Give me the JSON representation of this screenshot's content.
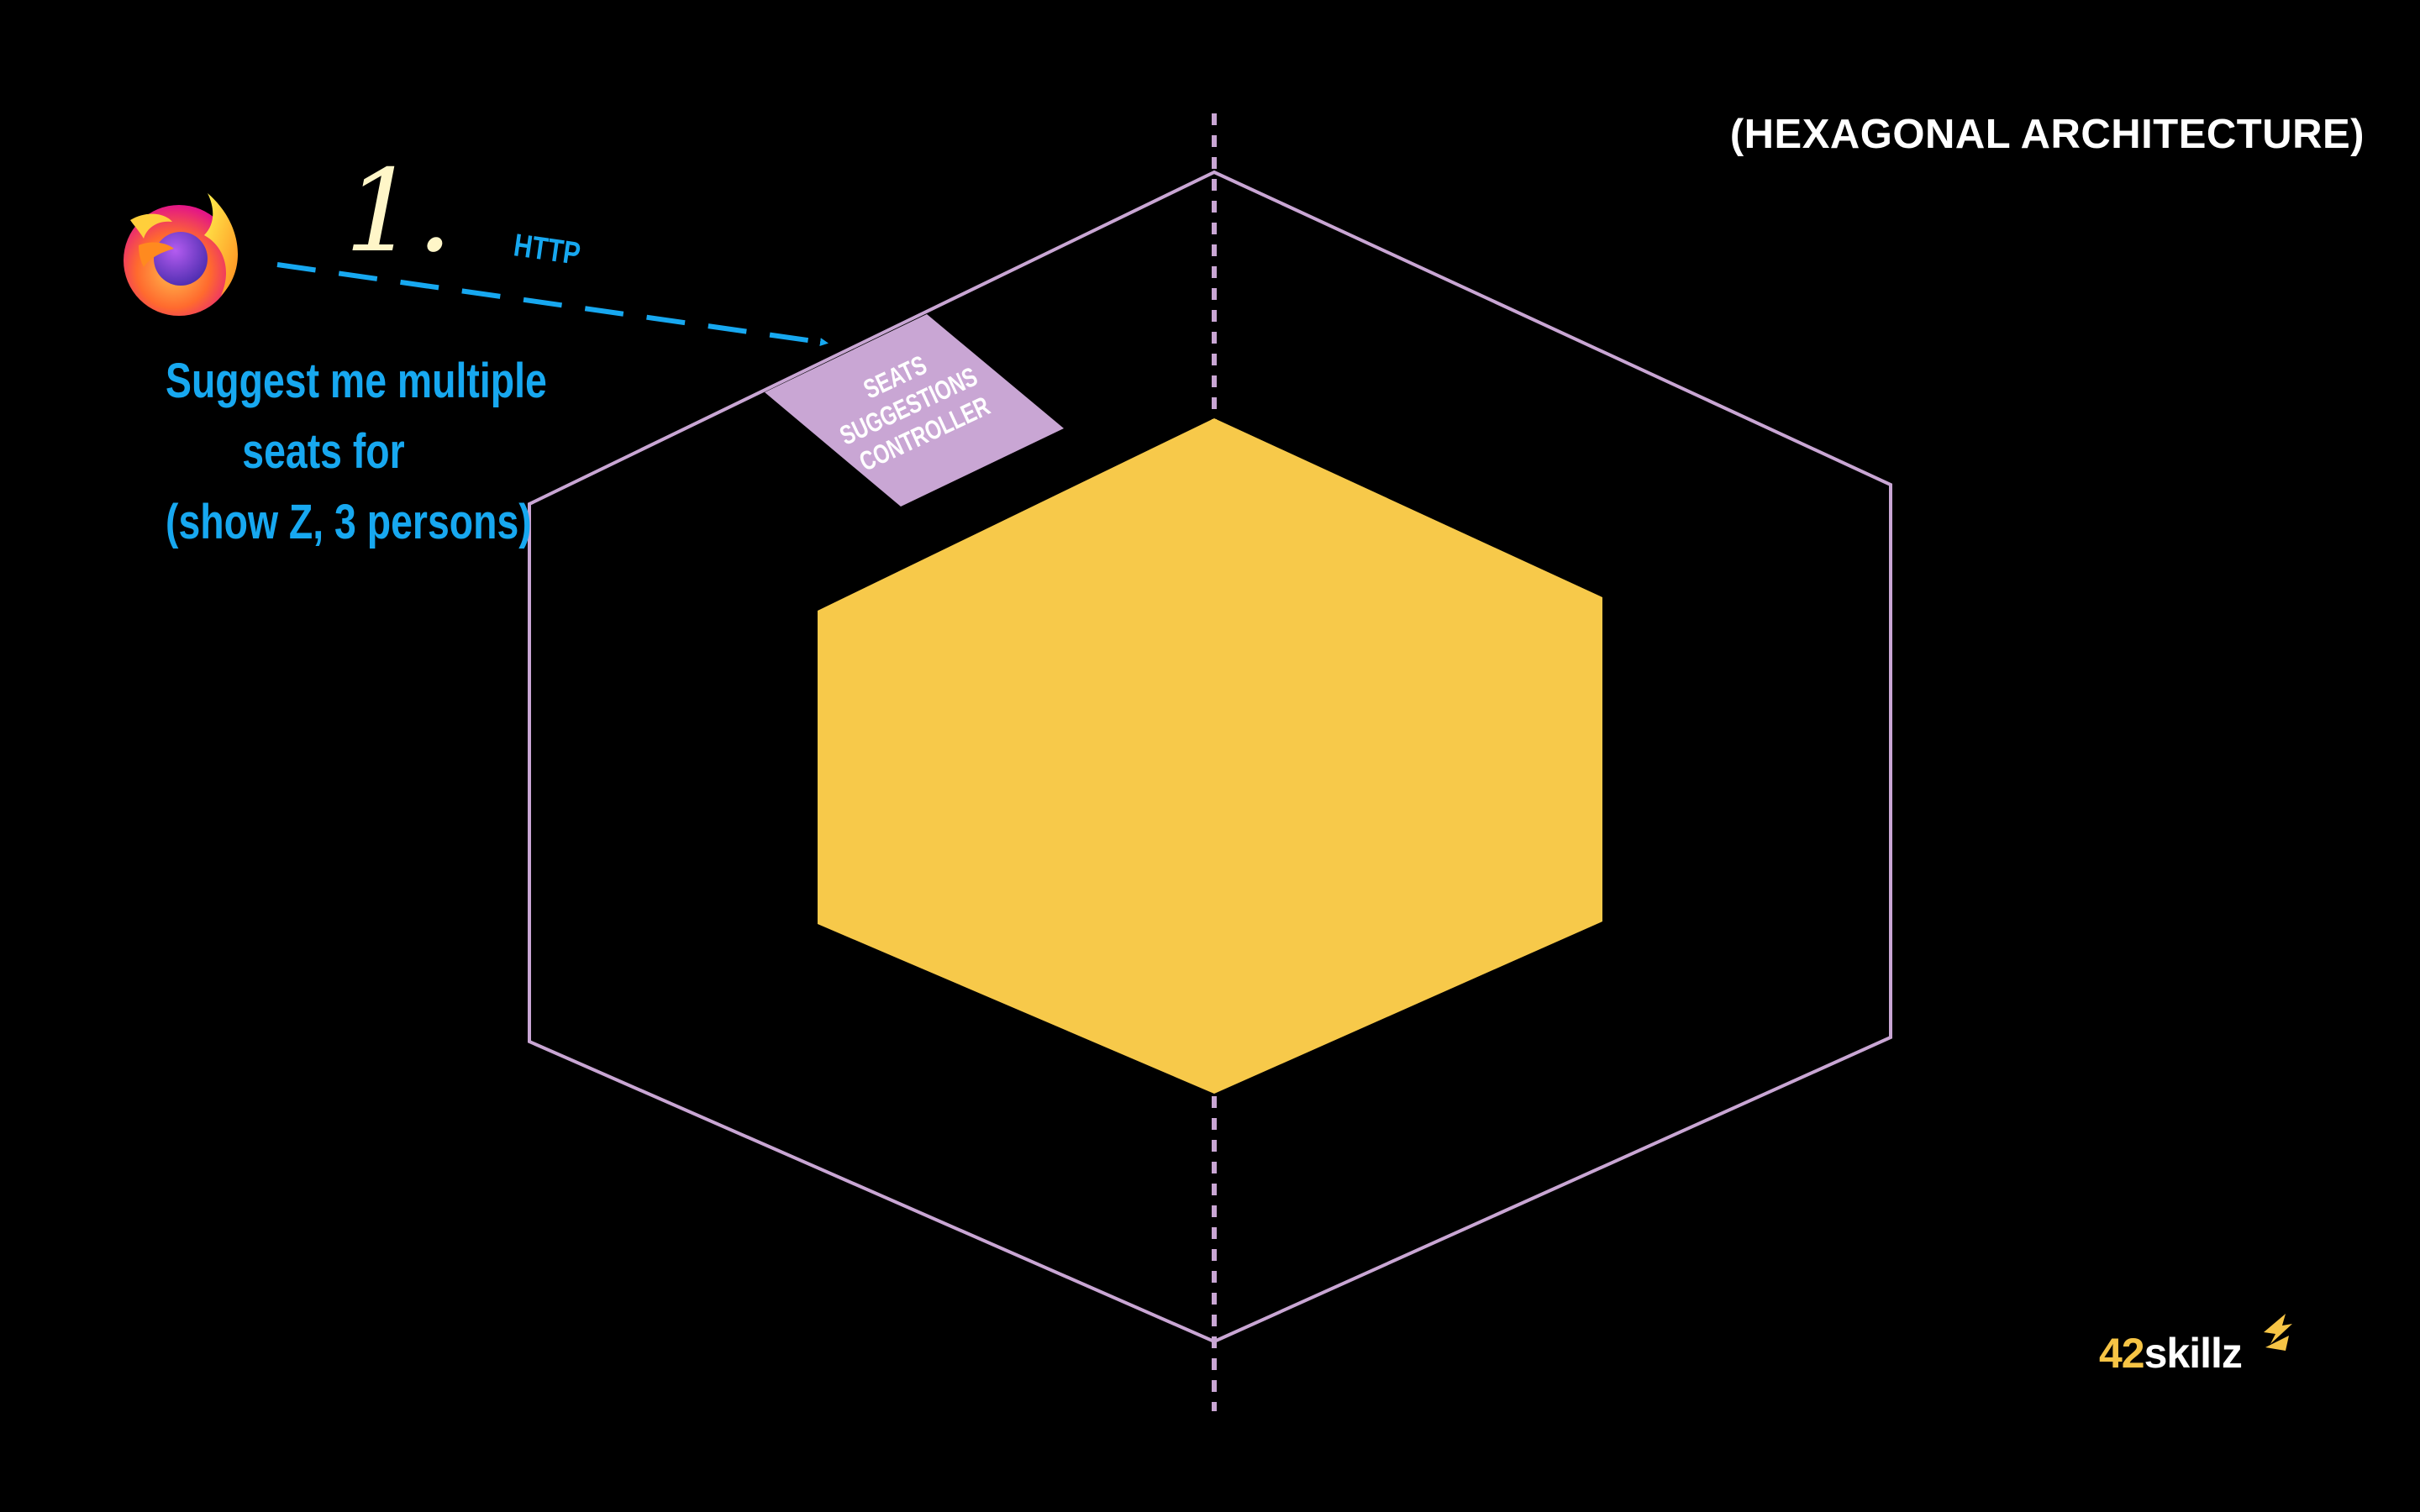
{
  "title": "(HEXAGONAL ARCHITECTURE)",
  "step": {
    "number": "1.",
    "protocol": "HTTP"
  },
  "user_request": {
    "lines": [
      "Suggest me multiple",
      "seats for",
      "(show Z, 3 persons)"
    ]
  },
  "adapter": {
    "lines": [
      "SEATS",
      "SUGGESTIONS",
      "CONTROLLER"
    ]
  },
  "brand": {
    "number": "42",
    "word": "skillz"
  },
  "icons": {
    "browser": "firefox-logo-icon",
    "brand": "42skillz-logo-icon"
  },
  "colors": {
    "background": "#000000",
    "outer_hexagon_stroke": "#c9a6d4",
    "inner_hexagon_fill": "#f7c94a",
    "adapter_fill": "#c9a6d4",
    "request_arrow": "#17a8f0",
    "step_number": "#fff6c8",
    "brand_accent": "#f6c445"
  }
}
